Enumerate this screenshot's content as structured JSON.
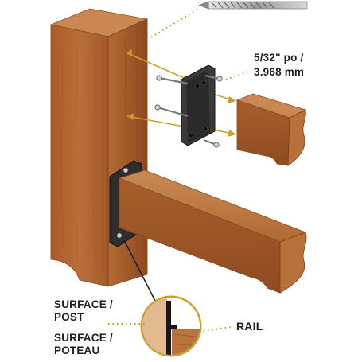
{
  "diagram": {
    "hardware_spec": {
      "line1": "5/32\" po /",
      "line2": "3.968 mm"
    },
    "labels": {
      "surface_post": {
        "line1": "SURFACE /",
        "line2": "POST"
      },
      "surface_poteau": {
        "line1": "SURFACE /",
        "line2": "POTEAU"
      },
      "rail": "RAIL"
    },
    "colors": {
      "wood_front": "#b2652f",
      "wood_side": "#9a4f22",
      "wood_top": "#c9844f",
      "bracket": "#2a2a2a",
      "leader_dots": "#b39a36",
      "callout_ring": "#c9a12a"
    },
    "icons": [
      "drill-bit-icon",
      "screw-icon",
      "mounting-bracket-icon"
    ]
  }
}
